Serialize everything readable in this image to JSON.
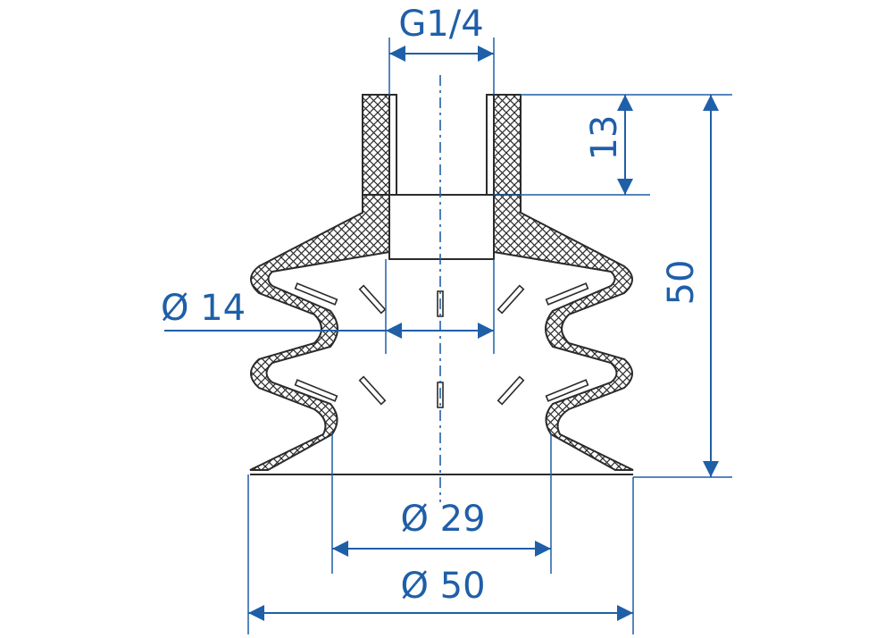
{
  "dimensions": {
    "thread": "G1/4",
    "thread_depth": "13",
    "height": "50",
    "inner_diameter": "Ø 14",
    "lip_inner_diameter": "Ø 29",
    "outer_diameter": "Ø 50"
  },
  "colors": {
    "dimension": "#1f5fa8",
    "outline": "#2b2b2b",
    "background": "#ffffff"
  }
}
